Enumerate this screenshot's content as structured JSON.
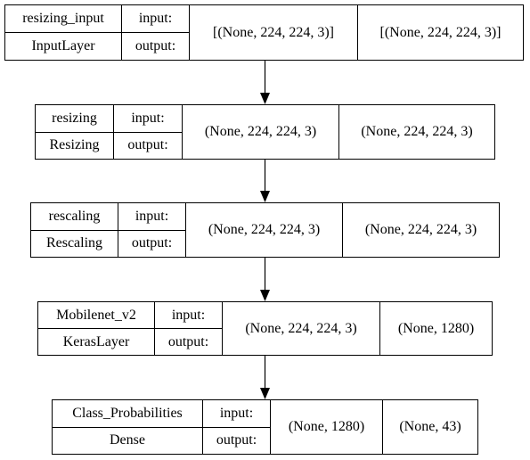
{
  "layers": [
    {
      "name": "resizing_input",
      "type": "InputLayer",
      "input_label": "input:",
      "output_label": "output:",
      "input_shape": "[(None, 224, 224, 3)]",
      "output_shape": "[(None, 224, 224, 3)]"
    },
    {
      "name": "resizing",
      "type": "Resizing",
      "input_label": "input:",
      "output_label": "output:",
      "input_shape": "(None, 224, 224, 3)",
      "output_shape": "(None, 224, 224, 3)"
    },
    {
      "name": "rescaling",
      "type": "Rescaling",
      "input_label": "input:",
      "output_label": "output:",
      "input_shape": "(None, 224, 224, 3)",
      "output_shape": "(None, 224, 224, 3)"
    },
    {
      "name": "Mobilenet_v2",
      "type": "KerasLayer",
      "input_label": "input:",
      "output_label": "output:",
      "input_shape": "(None, 224, 224, 3)",
      "output_shape": "(None, 1280)"
    },
    {
      "name": "Class_Probabilities",
      "type": "Dense",
      "input_label": "input:",
      "output_label": "output:",
      "input_shape": "(None, 1280)",
      "output_shape": "(None, 43)"
    }
  ]
}
